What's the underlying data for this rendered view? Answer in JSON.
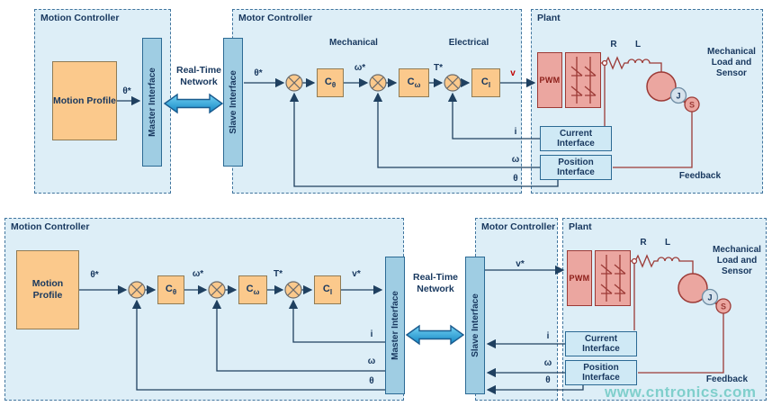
{
  "watermark": "www.cntronics.com",
  "colors": {
    "region_fill": "#ddeef7",
    "region_border": "#41759e",
    "orange": "#fbc98c",
    "interface_blue": "#9fcde3",
    "io_blue": "#cfe9f5",
    "dark_blue": "#17375e",
    "power_border": "#9c3a36",
    "power_fill": "#eba6a0",
    "signal_line": "#1f4060",
    "v_red": "#c00000",
    "network_arrow": "#2aa9e0",
    "watermark_color": "#76ccc8"
  },
  "labels": {
    "motion_controller": "Motion Controller",
    "motor_controller": "Motor Controller",
    "plant": "Plant",
    "motion_profile": "Motion Profile",
    "master_interface": "Master Interface",
    "slave_interface": "Slave Interface",
    "network": "Real-Time Network",
    "mechanical": "Mechanical",
    "electrical": "Electrical",
    "pwm": "PWM",
    "resistor": "R",
    "inductor": "L",
    "inertia": "J",
    "sensor": "S",
    "mech_load": "Mechanical Load and Sensor",
    "current_interface": "Current Interface",
    "position_interface": "Position Interface",
    "feedback": "Feedback"
  },
  "signals": {
    "theta_ref": "θ*",
    "omega_ref": "ω*",
    "torque_ref": "T*",
    "v": "v",
    "v_ref": "v*",
    "current": "i",
    "omega": "ω",
    "theta": "θ"
  },
  "controllers": {
    "c": "C",
    "theta_sub": "θ",
    "omega_sub": "ω",
    "i_sub": "I"
  }
}
